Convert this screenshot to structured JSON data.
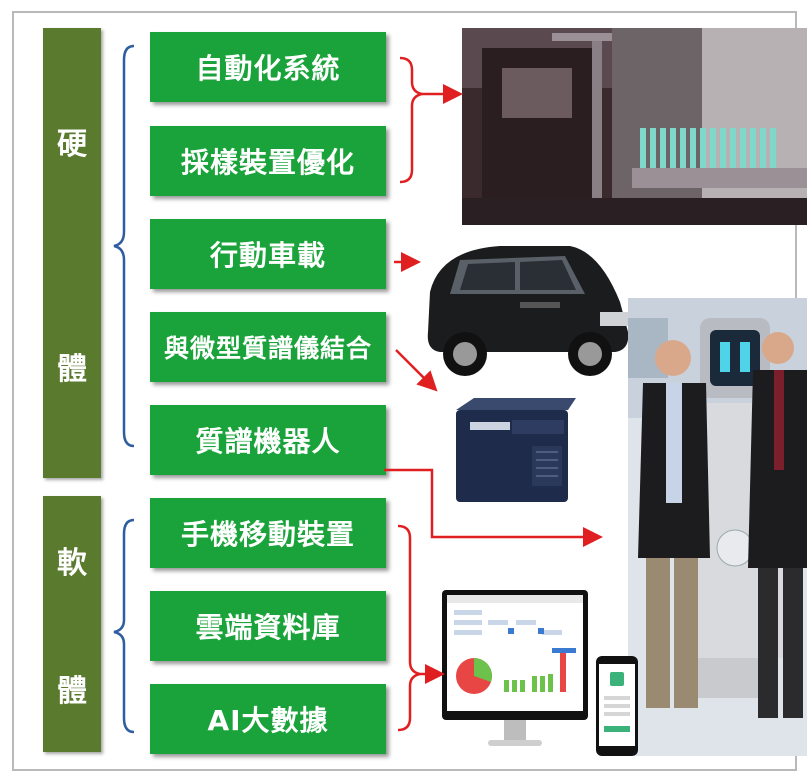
{
  "categories": {
    "hardware": {
      "char1": "硬",
      "char2": "體"
    },
    "software": {
      "char1": "軟",
      "char2": "體"
    }
  },
  "hardware_items": [
    "自動化系統",
    "採樣裝置優化",
    "行動車載",
    "與微型質譜儀結合",
    "質譜機器人"
  ],
  "software_items": [
    "手機移動裝置",
    "雲端資料庫",
    "AI大數據"
  ],
  "colors": {
    "category_box": "#5a7a2e",
    "item_box": "#1aa33a",
    "bracket": "#2f5d9f",
    "arrow": "#e02020"
  },
  "images": {
    "factory_photo": "automation-lab-photo",
    "vehicle_photo": "black-minivan-photo",
    "device_photo": "mass-spectrometer-photo",
    "robot_photo": "robot-with-two-men-photo",
    "monitor_screen": "cloud-dashboard-monitor",
    "phone_screen": "mobile-app-phone"
  }
}
